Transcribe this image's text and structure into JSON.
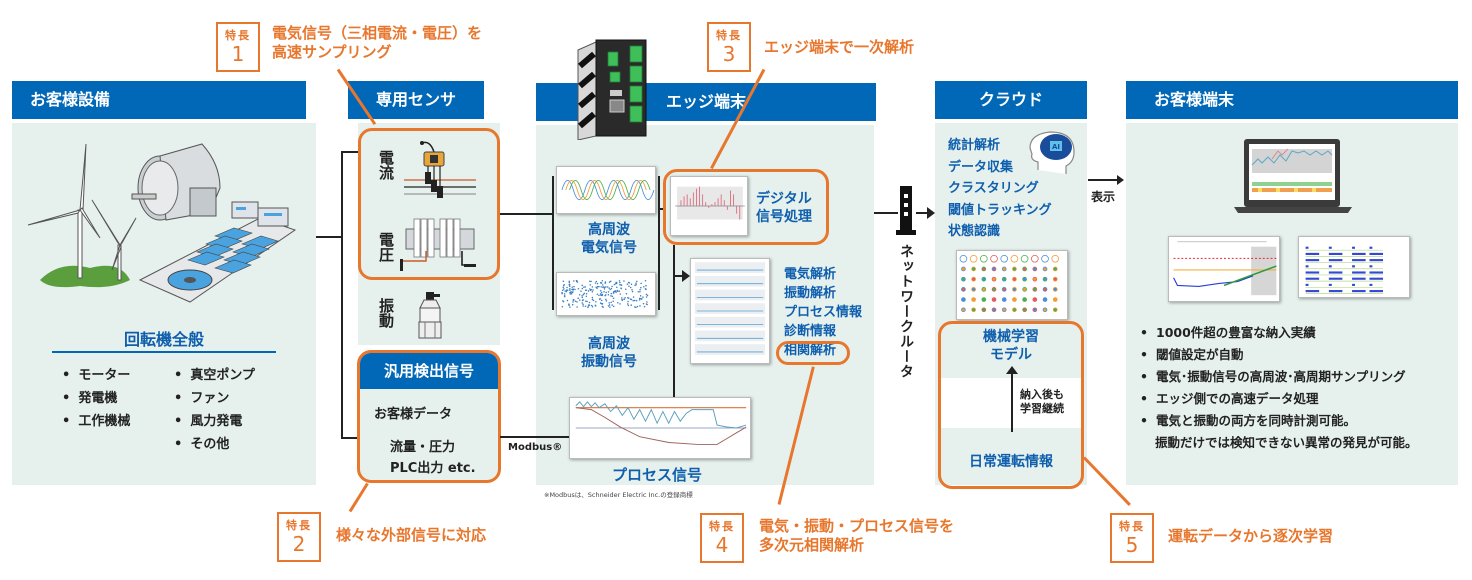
{
  "features": [
    {
      "label": "特長",
      "number": "1",
      "text_lines": [
        "電気信号（三相電流・電圧）を",
        "高速サンプリング"
      ]
    },
    {
      "label": "特長",
      "number": "2",
      "text_lines": [
        "様々な外部信号に対応"
      ]
    },
    {
      "label": "特長",
      "number": "3",
      "text_lines": [
        "エッジ端末で一次解析"
      ]
    },
    {
      "label": "特長",
      "number": "4",
      "text_lines": [
        "電気・振動・プロセス信号を",
        "多次元相関解析"
      ]
    },
    {
      "label": "特長",
      "number": "5",
      "text_lines": [
        "運転データから逐次学習"
      ]
    }
  ],
  "customer_equipment": {
    "title": "お客様設備",
    "subtitle": "回転機全般",
    "items_left": [
      "モーター",
      "発電機",
      "工作機械"
    ],
    "items_right": [
      "真空ポンプ",
      "ファン",
      "風力発電",
      "その他"
    ]
  },
  "sensors": {
    "title": "専用センサ",
    "current": "電流",
    "voltage": "電圧",
    "vibration": "振動",
    "general": {
      "title": "汎用検出信号",
      "customer_data": "お客様データ",
      "line1": "流量・圧力",
      "line2": "PLC出力 etc."
    }
  },
  "edge": {
    "title": "エッジ端末",
    "hf_electric": [
      "高周波",
      "電気信号"
    ],
    "hf_vibration": [
      "高周波",
      "振動信号"
    ],
    "dsp": [
      "デジタル",
      "信号処理"
    ],
    "analyses": [
      "電気解析",
      "振動解析",
      "プロセス情報",
      "診断情報",
      "相関解析"
    ],
    "process_signal": "プロセス信号",
    "modbus_label": "Modbus®",
    "footnote": "※Modbusは、Schneider Electric Inc.の登録商標"
  },
  "network": {
    "router_label": "ネットワークルータ"
  },
  "cloud": {
    "title": "クラウド",
    "functions": [
      "統計解析",
      "データ収集",
      "クラスタリング",
      "閾値トラッキング",
      "状態認識"
    ],
    "ai_badge": "AI",
    "ml_model": [
      "機械学習",
      "モデル"
    ],
    "continuous_learning": [
      "納入後も",
      "学習継続"
    ],
    "daily_operation": "日常運転情報"
  },
  "display_arrow_label": "表示",
  "customer_terminal": {
    "title": "お客様端末",
    "bullets": [
      "1000件超の豊富な納入実績",
      "閾値設定が自動",
      "電気･振動信号の高周波･高周期サンプリング",
      "エッジ側での高速データ処理",
      "電気と振動の両方を同時計測可能。"
    ],
    "bullet_continuation": "振動だけでは検知できない異常の発見が可能。"
  },
  "colors": {
    "header_blue": "#0068b7",
    "text_blue": "#0f5fae",
    "accent_orange": "#e8772e",
    "panel_bg": "#e6f1ed"
  }
}
